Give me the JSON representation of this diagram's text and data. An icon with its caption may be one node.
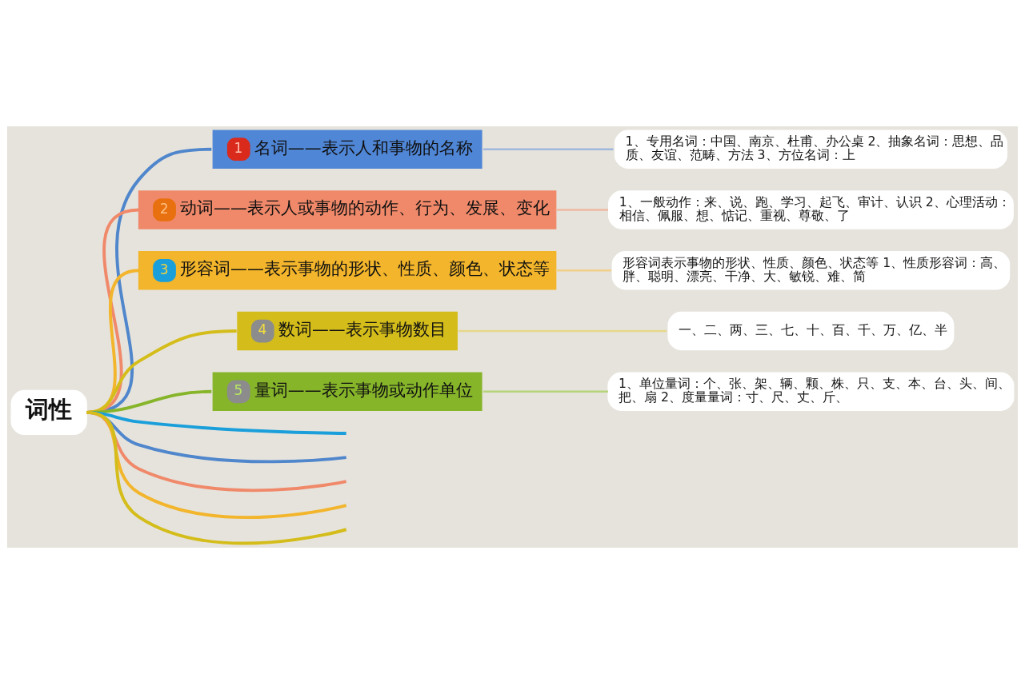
{
  "diagram": {
    "nodes": [
      {
        "text": [
          "词性"
        ]
      },
      {
        "text": [
          "1",
          "名词——表示人和事物的名称"
        ]
      },
      {
        "text": [
          "1、专用名词：中国、南京、杜甫、办公桌 2、抽象名词：思想、品质、友谊、范畴、方法 3、方位名词：上"
        ]
      },
      {
        "text": [
          "2",
          "动词——表示人或事物的动作、行为、发展、变化"
        ]
      },
      {
        "text": [
          "1、一般动作：来、说、跑、学习、起飞、审计、认识 2、心理活动：相信、佩服、想、惦记、重视、尊敬、了"
        ]
      },
      {
        "text": [
          "3",
          "形容词——表示事物的形状、性质、颜色、状态等"
        ]
      },
      {
        "text": [
          "形容词表示事物的形状、性质、颜色、状态等 1、性质形容词：高、胖、聪明、漂亮、干净、大、敏锐、难、简"
        ]
      },
      {
        "text": [
          "4",
          "数词——表示事物数目"
        ]
      },
      {
        "text": [
          "一、二、两、三、七、十、百、千、万、亿、半"
        ]
      },
      {
        "text": [
          "5",
          "量词——表示事物或动作单位"
        ]
      },
      {
        "text": [
          "1、单位量词：个、张、架、辆、颗、株、只、支、本、台、头、间、把、扇 2、度量量词：寸、尺、丈、斤、"
        ]
      }
    ],
    "edges": [
      {
        "from": 0,
        "to": 1,
        "arrow": "none",
        "color": "#4f86cc"
      },
      {
        "from": 1,
        "to": 2,
        "arrow": "none",
        "color": "#9fb8dc"
      },
      {
        "from": 0,
        "to": 3,
        "arrow": "none",
        "color": "#f0896a"
      },
      {
        "from": 3,
        "to": 4,
        "arrow": "none",
        "color": "#f0b8a0"
      },
      {
        "from": 0,
        "to": 5,
        "arrow": "none",
        "color": "#f2b52b"
      },
      {
        "from": 5,
        "to": 6,
        "arrow": "none",
        "color": "#f2d08a"
      },
      {
        "from": 0,
        "to": 7,
        "arrow": "none",
        "color": "#d4bd1a"
      },
      {
        "from": 7,
        "to": 8,
        "arrow": "none",
        "color": "#e6d88a"
      },
      {
        "from": 0,
        "to": 9,
        "arrow": "none",
        "color": "#86b52a"
      },
      {
        "from": 9,
        "to": 10,
        "arrow": "none",
        "color": "#b6d47a"
      },
      {
        "from": 0,
        "to": null,
        "arrow": "none",
        "color": "#d4bd1a"
      },
      {
        "from": 0,
        "to": null,
        "arrow": "none",
        "color": "#f2b52b"
      },
      {
        "from": 0,
        "to": null,
        "arrow": "none",
        "color": "#f0896a"
      },
      {
        "from": 0,
        "to": null,
        "arrow": "none",
        "color": "#4f86cc"
      },
      {
        "from": 0,
        "to": null,
        "arrow": "none",
        "color": "#1a9fdb"
      }
    ]
  }
}
